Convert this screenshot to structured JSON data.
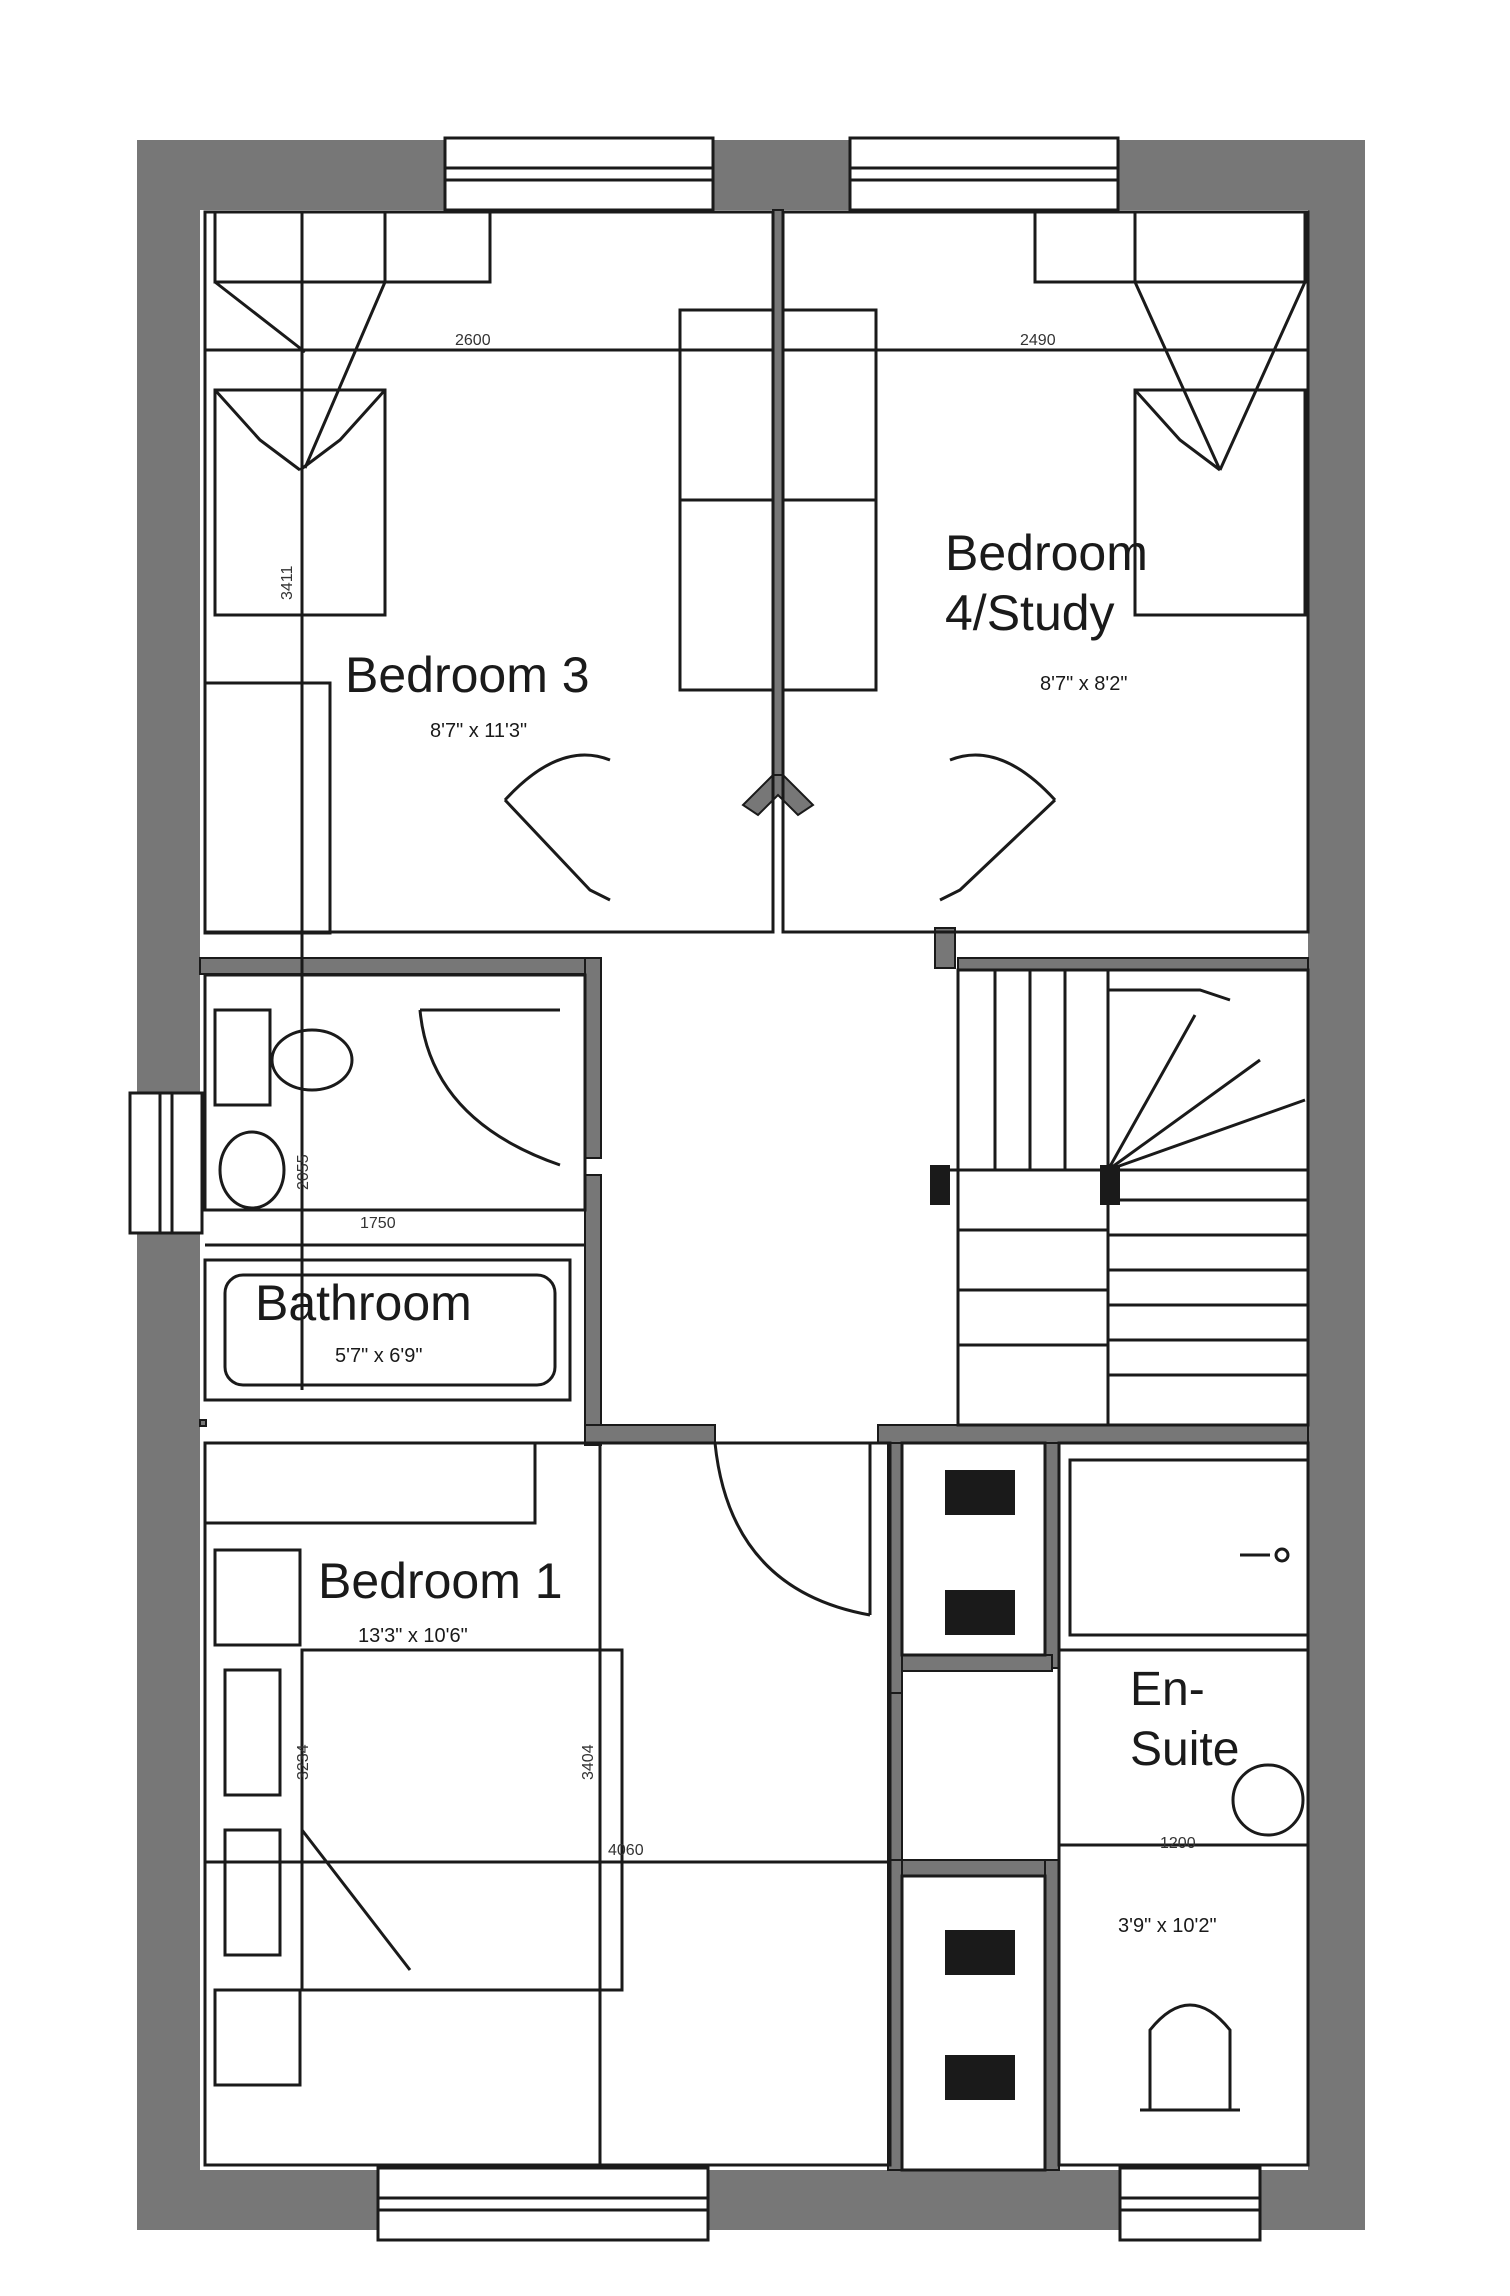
{
  "colors": {
    "wall": "#777777",
    "wall_dark": "#2a2a2a",
    "line": "#1a1a1a",
    "floor": "#ffffff",
    "background": "#ffffff"
  },
  "rooms": {
    "bedroom3": {
      "name": "Bedroom 3",
      "size": "8'7\" x 11'3\""
    },
    "bedroom4": {
      "name_line1": "Bedroom",
      "name_line2": "4/Study",
      "size": "8'7\" x 8'2\""
    },
    "bathroom": {
      "name": "Bathroom",
      "size": "5'7\" x 6'9\""
    },
    "bedroom1": {
      "name": "Bedroom 1",
      "size": "13'3\" x 10'6\""
    },
    "ensuite": {
      "name_line1": "En-",
      "name_line2": "Suite",
      "size": "3'9\" x 10'2\""
    }
  },
  "dimensions": {
    "bed3_width": "2600",
    "bed4_width": "2490",
    "bed3_side": "3411",
    "bath_width": "1750",
    "bath_side": "2055",
    "bed1_side_a": "3234",
    "bed1_side_b": "3404",
    "bed1_width": "4060",
    "ensuite_width": "1200"
  }
}
